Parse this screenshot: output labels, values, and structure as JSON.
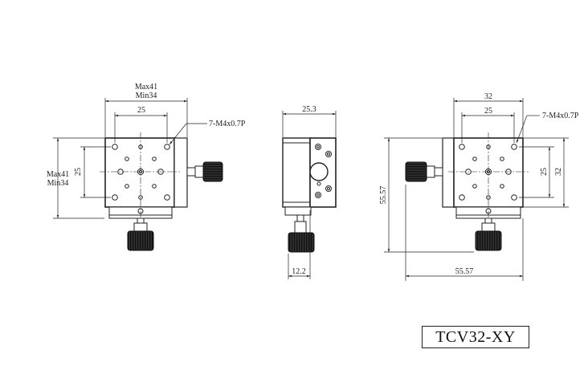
{
  "title": "TCV32-XY",
  "front_view": {
    "top_dim_max": "Max41",
    "top_dim_min": "Min34",
    "top_dim_holes": "25",
    "left_dim_max": "Max41",
    "left_dim_min": "Min34",
    "left_dim_holes": "25",
    "thread_callout": "7-M4x0.7P"
  },
  "side_view": {
    "top_dim": "25.3",
    "bottom_dim": "12.2"
  },
  "right_view": {
    "top_dim_outer": "32",
    "top_dim_holes": "25",
    "thread_callout": "7-M4x0.7P",
    "right_dim_holes": "25",
    "right_dim_outer": "32",
    "left_dim": "55.57",
    "bottom_dim": "55.57"
  }
}
